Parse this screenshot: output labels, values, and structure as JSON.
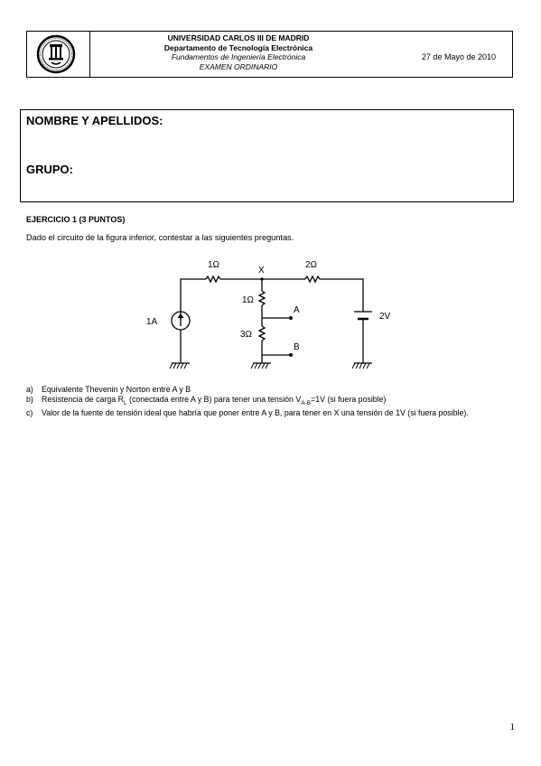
{
  "header": {
    "university": "UNIVERSIDAD CARLOS III DE MADRID",
    "department": "Departamento de Tecnología Electrónica",
    "course": "Fundamentos de Ingeniería Electrónica",
    "exam": "EXAMEN ORDINARIO",
    "date": "27 de Mayo de 2010",
    "logo_icon": "university-seal-icon"
  },
  "form": {
    "name_label": "NOMBRE Y APELLIDOS:",
    "group_label": "GRUPO:"
  },
  "exercise": {
    "title": "EJERCICIO 1 (3 PUNTOS)",
    "intro": "Dado el circuito de la figura inferior, contestar a las siguientes preguntas.",
    "questions": [
      {
        "marker": "a)",
        "text": "Equivalente Thevenin y Norton entre A y B"
      },
      {
        "marker": "b)",
        "text_pre": "Resistencia de carga R",
        "sub1": "L",
        "text_mid": " (conectada entre A y B) para tener una tensión V",
        "sub2": "A-B",
        "text_post": "=1V (si fuera posible)"
      },
      {
        "marker": "c)",
        "text": "Valor de la fuente de tensión ideal que habría que poner entre A y B, para tener en X una tensión de 1V (si fuera posible)."
      }
    ]
  },
  "circuit": {
    "r_top_left": "1Ω",
    "r_top_right": "2Ω",
    "node_x": "X",
    "r_mid_upper": "1Ω",
    "r_mid_lower": "3Ω",
    "node_a": "A",
    "node_b": "B",
    "current_source": "1A",
    "voltage_source": "2V"
  },
  "page_number": "1"
}
